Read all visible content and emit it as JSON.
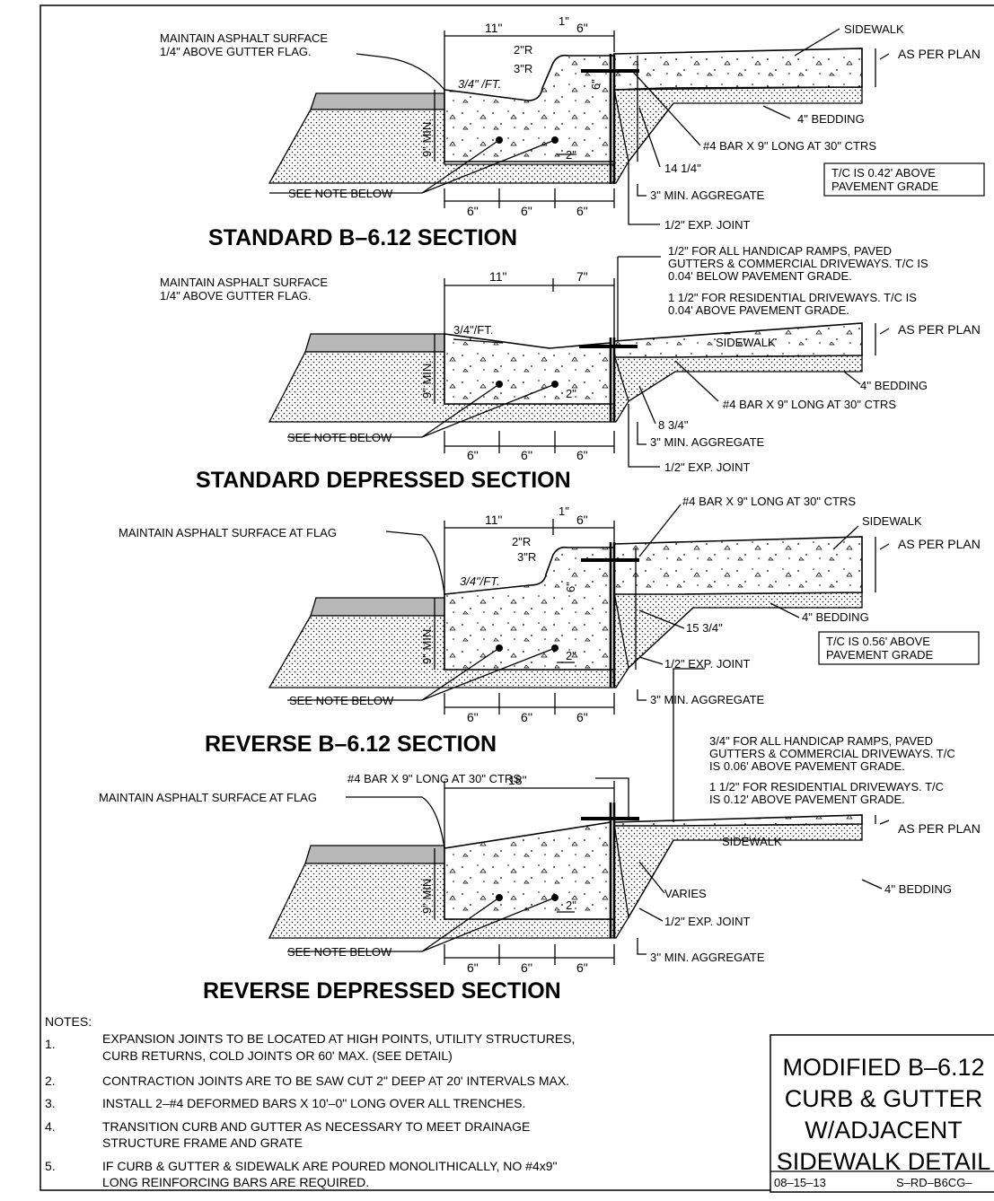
{
  "s1": {
    "title": "STANDARD B–6.12 SECTION",
    "asphalt_note": [
      "MAINTAIN ASPHALT SURFACE",
      "1/4\" ABOVE GUTTER FLAG."
    ],
    "sidewalk": "SIDEWALK",
    "as_per_plan": "AS PER PLAN",
    "bedding": "4\" BEDDING",
    "bar": "#4 BAR X 9\" LONG AT 30\" CTRS",
    "height": "14 1/4\"",
    "aggregate": "3\" MIN. AGGREGATE",
    "joint": "1/2\" EXP. JOINT",
    "tc": [
      "T/C IS 0.42' ABOVE",
      "PAVEMENT GRADE"
    ],
    "see_note": "SEE NOTE BELOW",
    "dim_gutter": "11\"",
    "dim_lip": "1\"",
    "dim_curb": "6\"",
    "r2": "2\"R",
    "r3": "3\"R",
    "slope": "3/4\" /FT.",
    "depth": "9\" MIN.",
    "dim_6a": "6\"",
    "dim_6b": "6\"",
    "dim_6c": "6\"",
    "dim_2": "2\"",
    "dim_6v": "6\""
  },
  "s2": {
    "title": "STANDARD DEPRESSED SECTION",
    "asphalt_note": [
      "MAINTAIN ASPHALT SURFACE",
      "1/4\" ABOVE GUTTER FLAG."
    ],
    "notes": [
      "1/2\" FOR ALL HANDICAP RAMPS, PAVED",
      "GUTTERS & COMMERCIAL DRIVEWAYS. T/C IS",
      "0.04' BELOW PAVEMENT GRADE.",
      "1 1/2\" FOR RESIDENTIAL DRIVEWAYS. T/C IS",
      "0.04' ABOVE PAVEMENT GRADE."
    ],
    "sidewalk": "SIDEWALK",
    "as_per_plan": "AS PER PLAN",
    "bedding": "4'' BEDDING",
    "bar": "#4 BAR X 9\" LONG AT 30\" CTRS",
    "height": "8 3/4\"",
    "aggregate": "3\" MIN. AGGREGATE",
    "joint": "1/2\" EXP. JOINT",
    "see_note": "SEE NOTE BELOW",
    "dim_gutter": "11\"",
    "dim_curb": "7\"",
    "slope": "3/4\"/FT.",
    "depth": "9\" MIN.",
    "dim_6a": "6\"",
    "dim_6b": "6''",
    "dim_6c": "6\"",
    "dim_2": "2\""
  },
  "s3": {
    "title": "REVERSE B–6.12 SECTION",
    "asphalt_note": "MAINTAIN ASPHALT SURFACE AT FLAG",
    "bar": "#4 BAR X 9\" LONG AT 30\" CTRS",
    "sidewalk": "SIDEWALK",
    "as_per_plan": "AS PER PLAN",
    "bedding": "4\" BEDDING",
    "height": "15 3/4\"",
    "joint": "1/2\" EXP. JOINT",
    "aggregate": "3\" MIN. AGGREGATE",
    "tc": [
      "T/C IS 0.56' ABOVE",
      "PAVEMENT GRADE"
    ],
    "see_note": "SEE NOTE BELOW",
    "dim_gutter": "11\"",
    "dim_lip": "1\"",
    "dim_curb": "6\"",
    "r2": "2\"R",
    "r3": "3\"R",
    "slope": "3/4\"/FT.",
    "depth": "9\" MIN.",
    "dim_6a": "6\"",
    "dim_6b": "6''",
    "dim_6c": "6\"",
    "dim_2": "2\"",
    "dim_6v": "6\""
  },
  "s4": {
    "title": "REVERSE DEPRESSED SECTION",
    "asphalt_note": "MAINTAIN ASPHALT SURFACE AT FLAG",
    "bar": "#4 BAR X 9\" LONG AT 30\" CTRS",
    "notes": [
      "3/4\" FOR ALL HANDICAP RAMPS, PAVED",
      "GUTTERS & COMMERCIAL DRIVEWAYS. T/C",
      "IS 0.06' ABOVE PAVEMENT GRADE.",
      "1 1/2\" FOR RESIDENTIAL DRIVEWAYS. T/C",
      "IS 0.12' ABOVE PAVEMENT GRADE."
    ],
    "sidewalk": "SIDEWALK",
    "as_per_plan": "AS PER PLAN",
    "bedding": "4'' BEDDING",
    "varies": "VARIES",
    "joint": "1/2\" EXP. JOINT",
    "aggregate": "3'' MIN. AGGREGATE",
    "see_note": "SEE NOTE BELOW",
    "dim_gutter": "18\"",
    "depth": "9\" MIN.",
    "dim_6a": "6\"",
    "dim_6b": "6''",
    "dim_6c": "6\"",
    "dim_2": "2\""
  },
  "notes": {
    "heading": "NOTES:",
    "items": [
      {
        "num": "1.",
        "lines": [
          "EXPANSION JOINTS TO BE LOCATED AT HIGH POINTS, UTILITY STRUCTURES,",
          "CURB RETURNS, COLD JOINTS OR 60' MAX. (SEE DETAIL)"
        ]
      },
      {
        "num": "2.",
        "lines": [
          "CONTRACTION JOINTS ARE TO BE SAW CUT 2\" DEEP AT 20' INTERVALS MAX."
        ]
      },
      {
        "num": "3.",
        "lines": [
          "INSTALL 2–#4 DEFORMED BARS X 10'–0\" LONG OVER ALL TRENCHES."
        ]
      },
      {
        "num": "4.",
        "lines": [
          "TRANSITION CURB AND GUTTER AS NECESSARY TO MEET DRAINAGE",
          "STRUCTURE FRAME AND GRATE"
        ]
      },
      {
        "num": "5.",
        "lines": [
          "IF CURB & GUTTER & SIDEWALK ARE POURED MONOLITHICALLY, NO #4x9\"",
          "LONG REINFORCING BARS ARE REQUIRED."
        ]
      }
    ]
  },
  "title_block": {
    "lines": [
      "MODIFIED B–6.12",
      "CURB & GUTTER",
      "W/ADJACENT",
      "SIDEWALK DETAIL"
    ],
    "date": "08–15–13",
    "drawing_no": "S–RD–B6CG–"
  },
  "colors": {
    "ink": "#000000",
    "asphalt": "#b8b8b8",
    "paper": "#ffffff"
  }
}
